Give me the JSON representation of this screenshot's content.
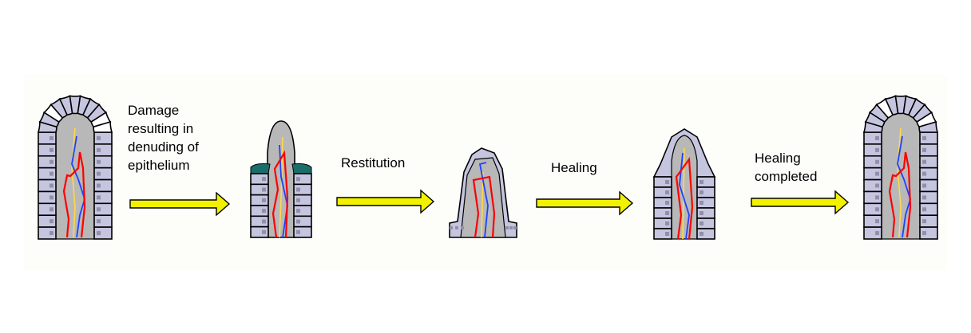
{
  "diagram": {
    "steps": [
      {
        "label": "Damage\nresulting in\ndenuding of\nepithelium"
      },
      {
        "label": "Restitution"
      },
      {
        "label": "Healing"
      },
      {
        "label": "Healing\ncompleted"
      }
    ],
    "colors": {
      "cell_fill": "#c5c5e0",
      "nucleus": "#9090a8",
      "outline": "#000000",
      "lamina_fill": "#b8b8b8",
      "vessel_red": "#ff0000",
      "vessel_blue": "#2040ff",
      "vessel_yellow": "#ffd84a",
      "mucus": "#1a6e6a",
      "arrow_fill": "#f2f200",
      "background": "#ffffff"
    }
  }
}
